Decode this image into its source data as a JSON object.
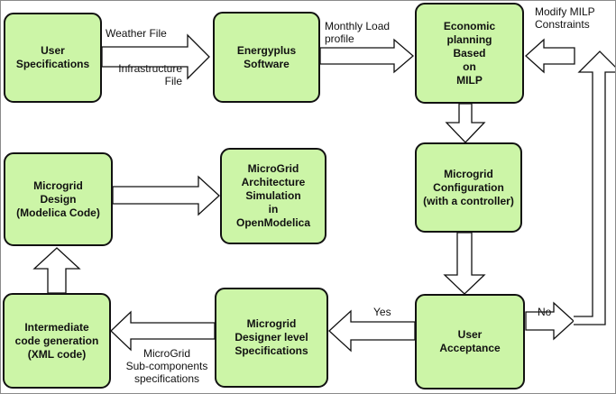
{
  "nodes": {
    "user_specs": "User\nSpecifications",
    "energyplus": "Energyplus\nSoftware",
    "economic": "Economic\nplanning\nBased\non\nMILP",
    "microgrid_config": "Microgrid\nConfiguration\n(with a controller)",
    "microgrid_design": "Microgrid\nDesign\n(Modelica Code)",
    "simulation": "MicroGrid\nArchitecture\nSimulation\nin\nOpenModelica",
    "intermediate": "Intermediate\ncode generation\n(XML code)",
    "designer_specs": "Microgrid\nDesigner level\nSpecifications",
    "user_acceptance": "User\nAcceptance"
  },
  "edge_labels": {
    "weather": "Weather File",
    "infrastructure": "Infrastructure\nFile",
    "monthly": "Monthly Load\nprofile",
    "modify": "Modify MILP\nConstraints",
    "yes": "Yes",
    "no": "No",
    "subcomponents": "MicroGrid\nSub-components\nspecifications"
  }
}
